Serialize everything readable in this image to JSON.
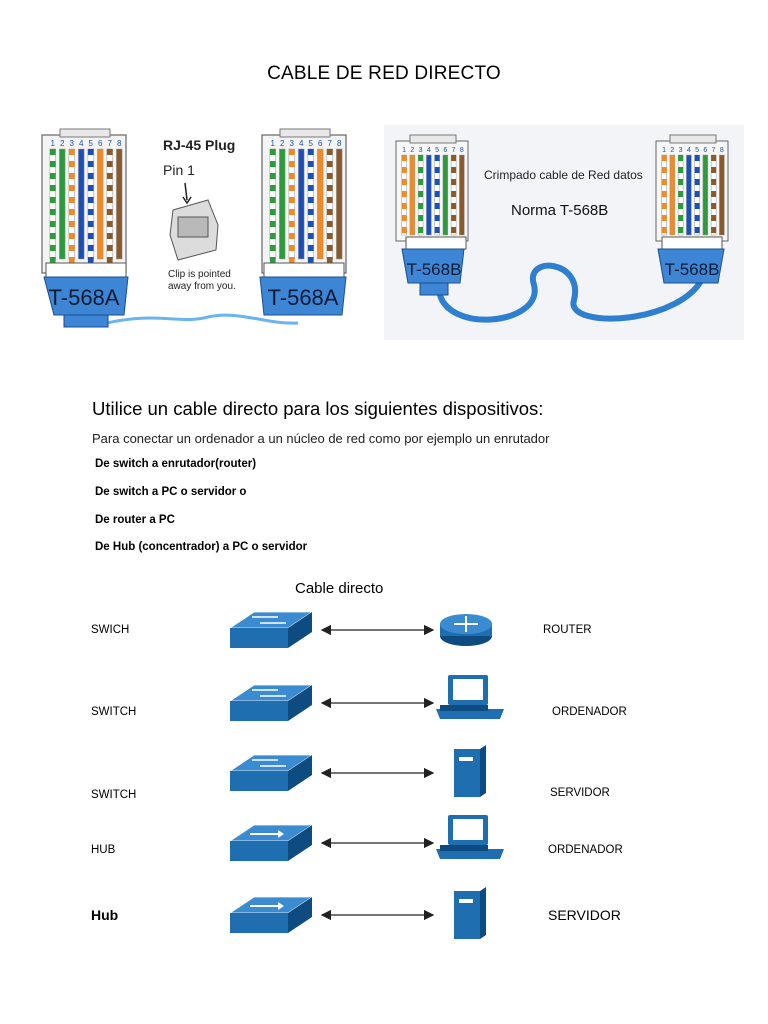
{
  "title": "CABLE DE RED DIRECTO",
  "figure_left": {
    "plug_title": "RJ-45 Plug",
    "pin1_label": "Pin 1",
    "clip_note_line1": "Clip is pointed",
    "clip_note_line2": "away from you.",
    "standard_label": "T-568A",
    "pin_numbers": [
      "1",
      "2",
      "3",
      "4",
      "5",
      "6",
      "7",
      "8"
    ],
    "wire_codes": [
      "g",
      "G",
      "o",
      "B",
      "b",
      "O",
      "br",
      "BR"
    ]
  },
  "figure_right": {
    "caption_line1": "Crimpado cable de Red datos",
    "caption_line2": "Norma T-568B",
    "standard_label": "T-568B",
    "pin_numbers": [
      "1",
      "2",
      "3",
      "4",
      "5",
      "6",
      "7",
      "8"
    ]
  },
  "intro": "Utilice un cable directo para los siguientes dispositivos:",
  "subtitle": "Para conectar un ordenador a un núcleo de red como por ejemplo un enrutador",
  "bullets": [
    "De switch a enrutador(router)",
    "De switch a PC o servidor o",
    "De router a PC",
    "De Hub (concentrador) a PC o servidor"
  ],
  "diagram": {
    "title": "Cable directo",
    "rows": [
      {
        "left": "SWICH",
        "right": "ROUTER",
        "left_device": "switch-icon",
        "right_device": "router-icon"
      },
      {
        "left": "SWITCH",
        "right": "ORDENADOR",
        "left_device": "switch-icon",
        "right_device": "computer-icon"
      },
      {
        "left": "SWITCH",
        "right": "SERVIDOR",
        "left_device": "switch-icon",
        "right_device": "server-icon"
      },
      {
        "left": "HUB",
        "right": "ORDENADOR",
        "left_device": "hub-icon",
        "right_device": "computer-icon"
      },
      {
        "left": "Hub",
        "right": "SERVIDOR",
        "left_device": "hub-icon",
        "right_device": "server-icon"
      }
    ]
  },
  "colors": {
    "device_blue": "#1f6fb0",
    "device_dark": "#0d4b80",
    "plug_blue": "#3d86d6",
    "cable_blue": "#4a9be0"
  }
}
